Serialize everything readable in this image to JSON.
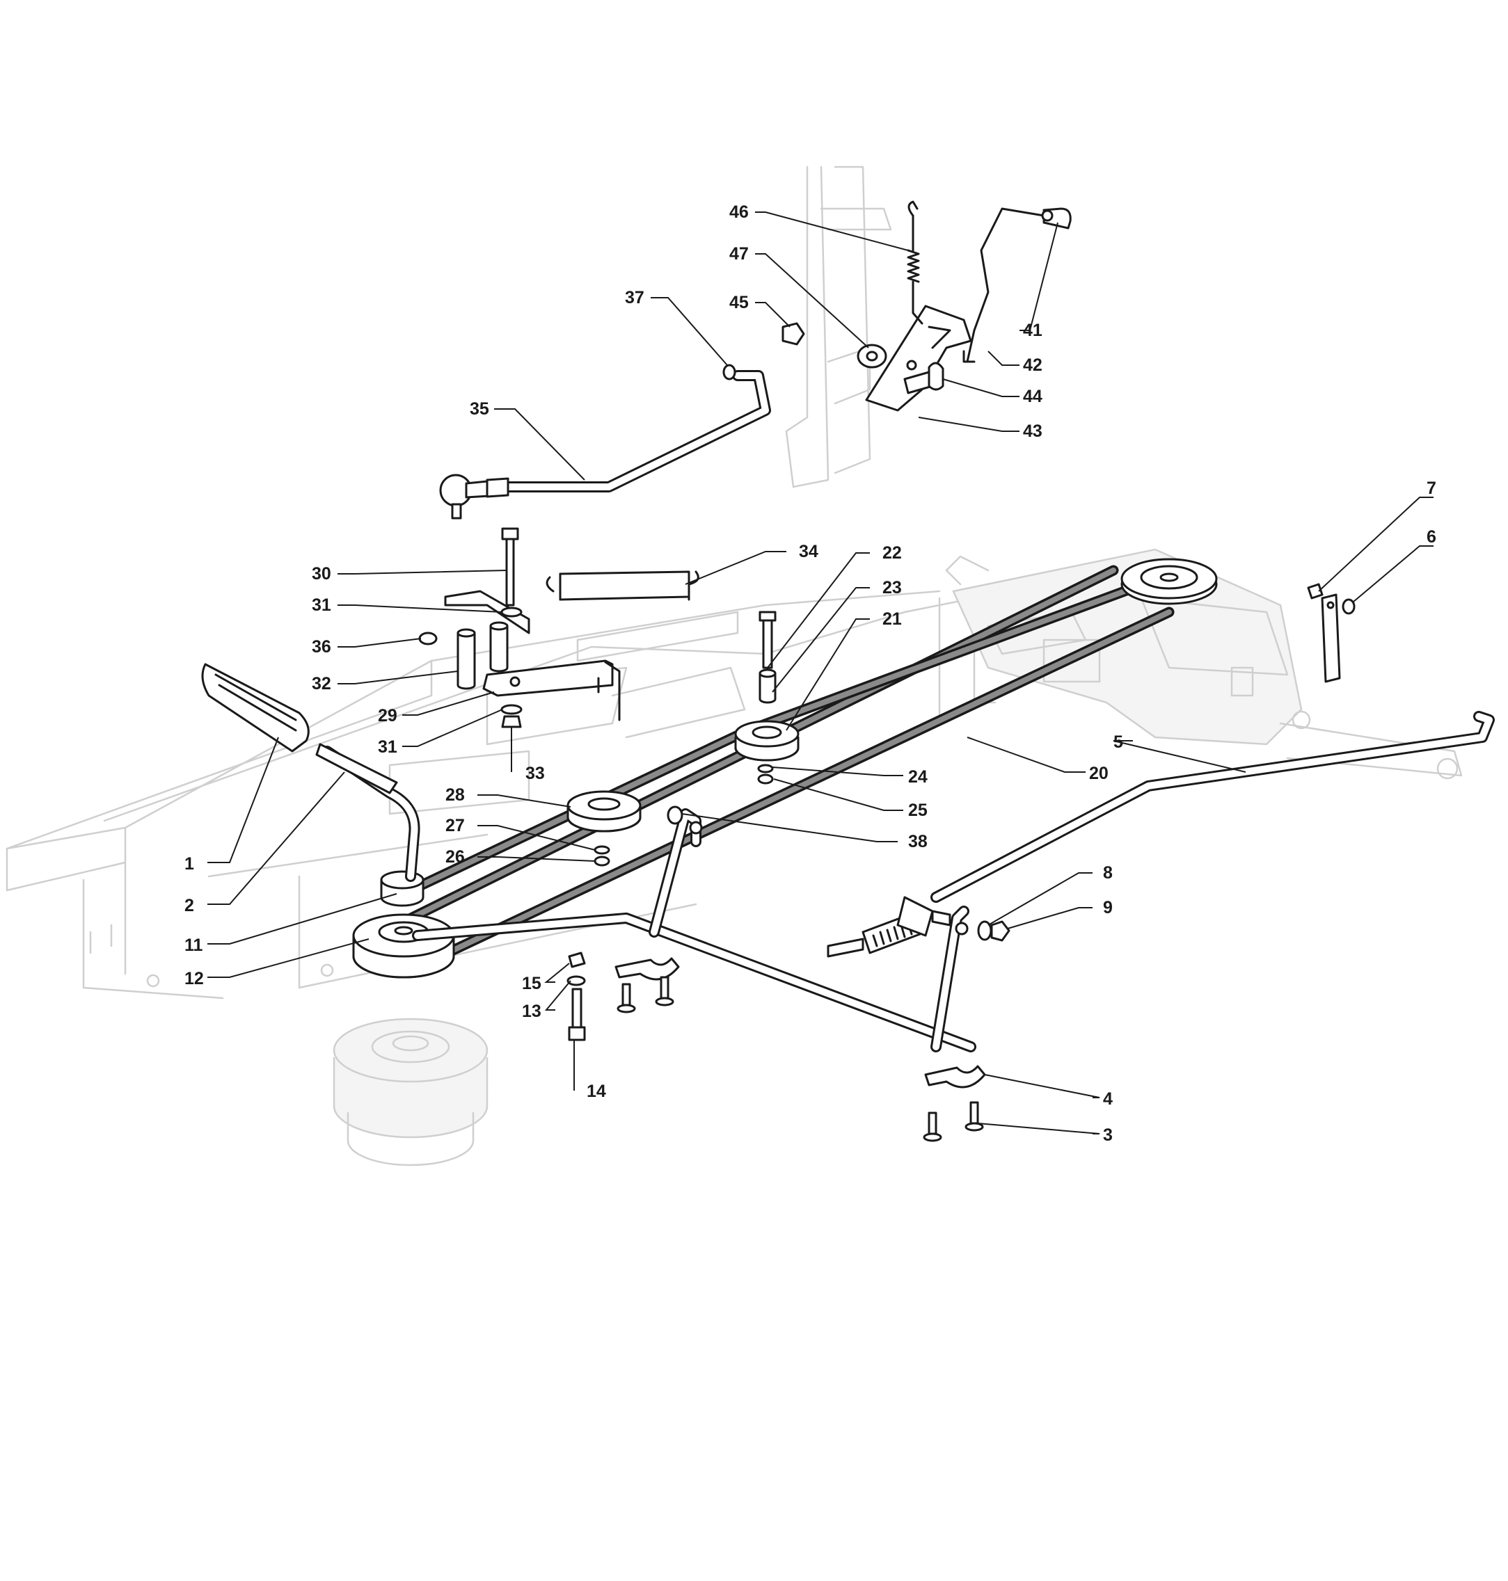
{
  "diagram": {
    "callouts": {
      "c1": "1",
      "c2": "2",
      "c3": "3",
      "c4": "4",
      "c5": "5",
      "c6": "6",
      "c7": "7",
      "c8": "8",
      "c9": "9",
      "c11": "11",
      "c12": "12",
      "c13": "13",
      "c14": "14",
      "c15": "15",
      "c20": "20",
      "c21": "21",
      "c22": "22",
      "c23": "23",
      "c24": "24",
      "c25": "25",
      "c26": "26",
      "c27": "27",
      "c28": "28",
      "c29": "29",
      "c30": "30",
      "c31a": "31",
      "c31b": "31",
      "c32": "32",
      "c33": "33",
      "c34": "34",
      "c35": "35",
      "c36": "36",
      "c37": "37",
      "c38": "38",
      "c41": "41",
      "c42": "42",
      "c43": "43",
      "c44": "44",
      "c45": "45",
      "c46": "46",
      "c47": "47"
    }
  }
}
